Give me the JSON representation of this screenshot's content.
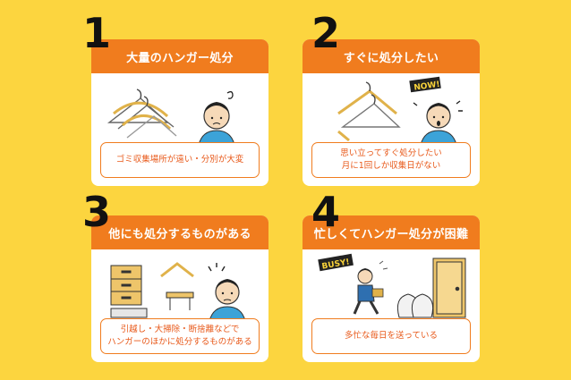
{
  "cards": [
    {
      "number": "1",
      "title": "大量のハンガー処分",
      "desc_lines": [
        "ゴミ収集場所が遠い・分別が大変"
      ]
    },
    {
      "number": "2",
      "title": "すぐに処分したい",
      "desc_lines": [
        "思い立ってすぐ処分したい",
        "月に1回しか収集日がない"
      ],
      "bubble": "NOW!"
    },
    {
      "number": "3",
      "title": "他にも処分するものがある",
      "desc_lines": [
        "引越し・大掃除・断捨離などで",
        "ハンガーのほかに処分するものがある"
      ]
    },
    {
      "number": "4",
      "title": "忙しくてハンガー処分が困難",
      "desc_lines": [
        "多忙な毎日を送っている"
      ],
      "bubble": "BUSY!"
    }
  ],
  "colors": {
    "background": "#fcd53f",
    "accent": "#f07c1e",
    "text_accent": "#e8591a"
  }
}
